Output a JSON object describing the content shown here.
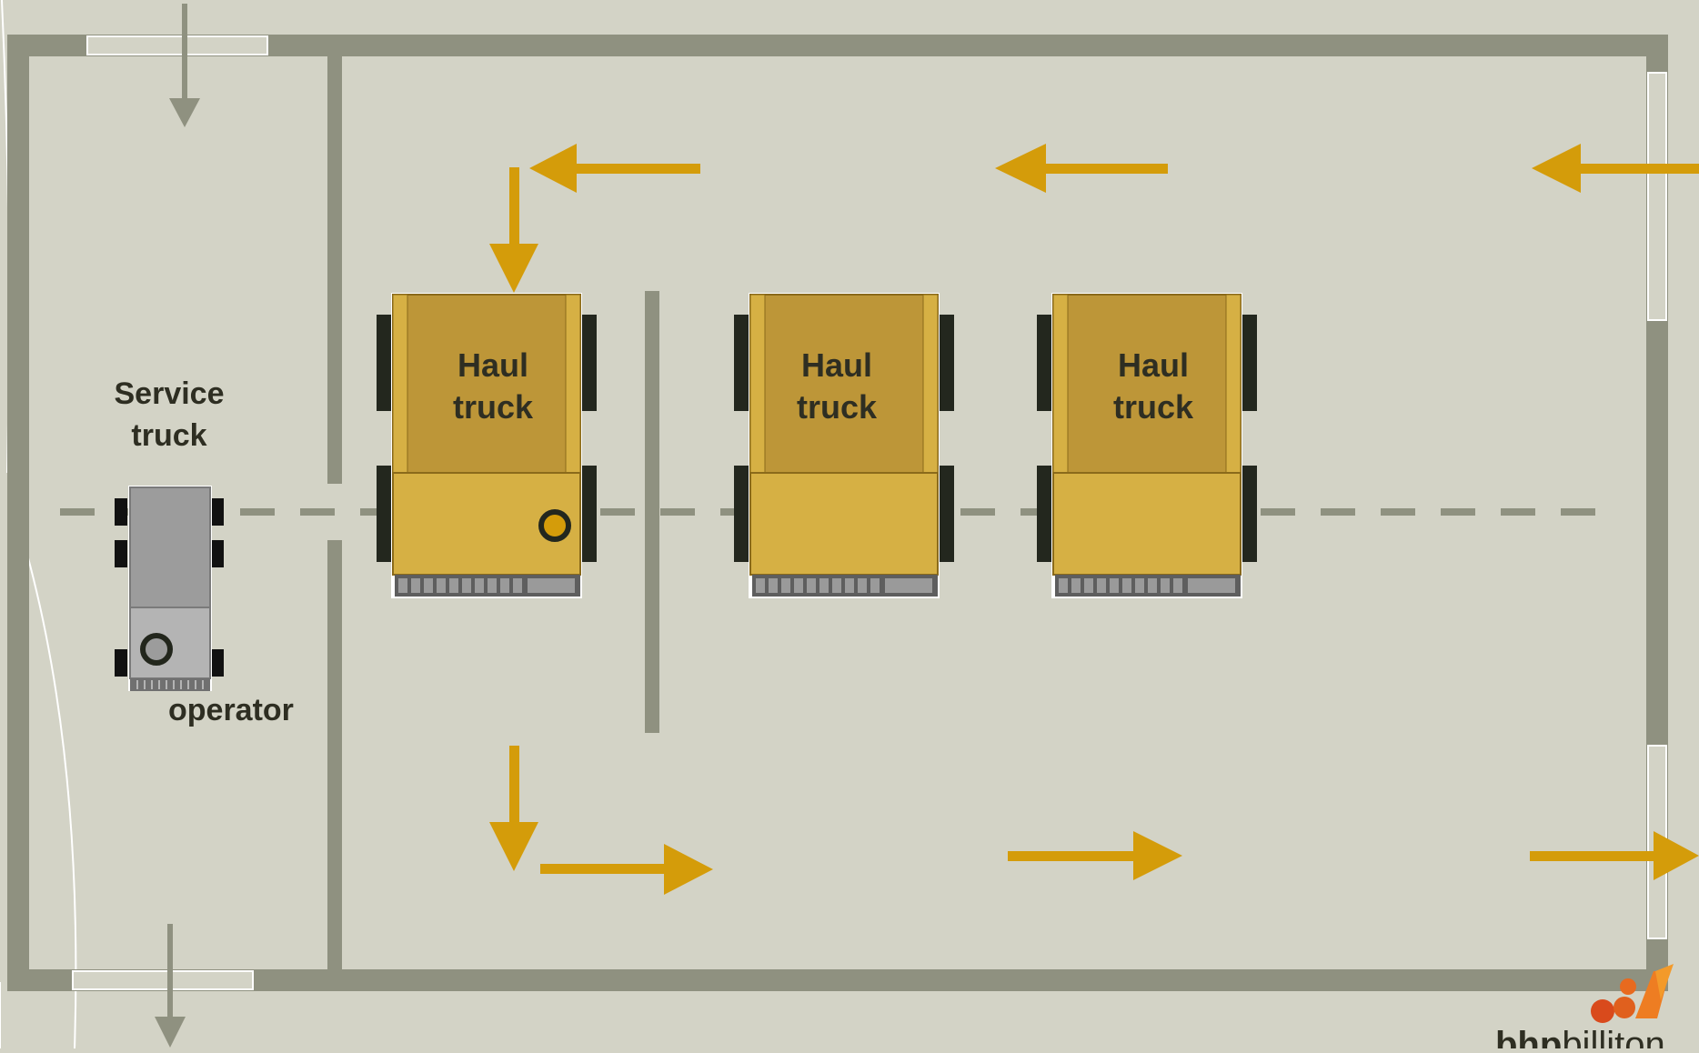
{
  "labels": {
    "service_truck_line1": "Service",
    "service_truck_line2": "truck",
    "operator": "operator",
    "haul_truck_line1": "Haul",
    "haul_truck_line2": "truck"
  },
  "logo": {
    "text_bold": "bhp",
    "text_light": "billiton"
  },
  "colors": {
    "background": "#d3d3c6",
    "wall": "#8f9180",
    "arrow": "#d49c0a",
    "haul_truck_body": "#d6b044",
    "haul_truck_bed": "#bd9638",
    "service_truck": "#9c9c9c",
    "tyre": "#23271e",
    "text": "#2e2e22"
  },
  "icons": {
    "flow_arrows": "arrow-icon",
    "service_truck": "service-truck-icon",
    "haul_truck": "haul-truck-icon",
    "logo": "bhp-logo-icon"
  }
}
